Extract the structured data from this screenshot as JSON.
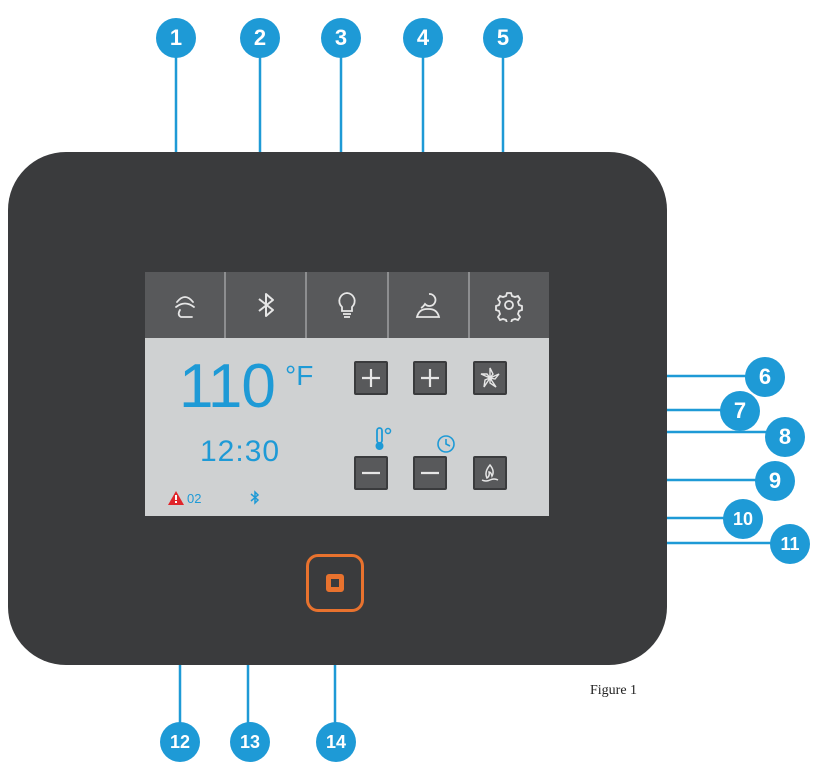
{
  "screen": {
    "temperature": "110",
    "unit": "°F",
    "clock": "12:30",
    "error_code": "02"
  },
  "icons": {
    "tabs": [
      "spa-icon",
      "bluetooth-icon",
      "light-bulb-icon",
      "user-icon",
      "gear-icon"
    ],
    "right_buttons": [
      "plus-icon",
      "plus-icon",
      "fan-icon",
      "minus-icon",
      "minus-icon",
      "heater-icon"
    ],
    "status": [
      "warning-icon",
      "bluetooth-icon"
    ],
    "indicators": [
      "thermometer-icon",
      "clock-icon"
    ]
  },
  "callouts": [
    "1",
    "2",
    "3",
    "4",
    "5",
    "6",
    "7",
    "8",
    "9",
    "10",
    "11",
    "12",
    "13",
    "14"
  ],
  "caption": "Figure 1",
  "colors": {
    "accent": "#1e9ad6",
    "device": "#3a3b3d",
    "screen": "#cfd1d2",
    "tab_bar": "#58595b",
    "power": "#e8722e",
    "warning": "#e0252b"
  }
}
